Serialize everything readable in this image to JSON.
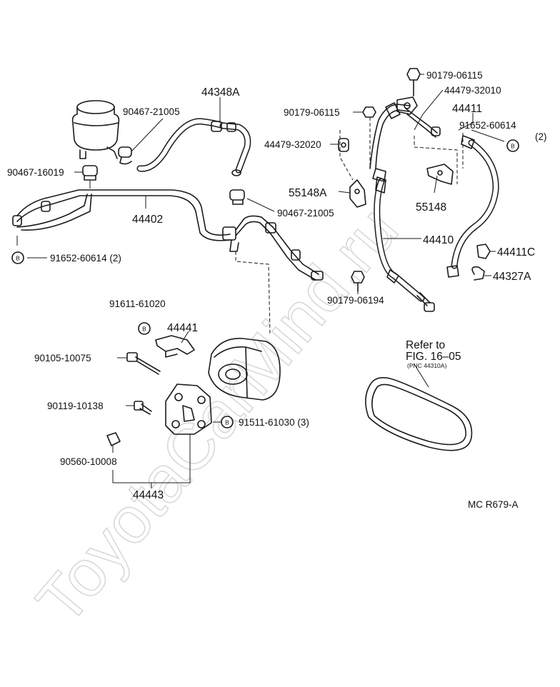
{
  "watermark": "ToyotaCarMind.ru",
  "figure_id": "MC R679-A",
  "reference": {
    "line1": "Refer to",
    "line2": "FIG. 16–05",
    "line3": "(PNC 44310A)"
  },
  "badge_letter": "B",
  "labels": {
    "p44348A": "44348A",
    "p90467_21005_top": "90467-21005",
    "p90467_16019": "90467-16019",
    "p44402": "44402",
    "p91652_60614_left": "91652-60614 (2)",
    "p90467_21005_mid": "90467-21005",
    "p90179_06115_top": "90179-06115",
    "p44479_32010": "44479-32010",
    "p90179_06115_left": "90179-06115",
    "p44411": "44411",
    "p91652_60614_right": "91652-60614",
    "p91652_60614_right_qty": "(2)",
    "p44479_32020": "44479-32020",
    "p55148A": "55148A",
    "p55148": "55148",
    "p44410": "44410",
    "p44411C": "44411C",
    "p44327A": "44327A",
    "p90179_06194": "90179-06194",
    "p91611_61020": "91611-61020",
    "p44441": "44441",
    "p90105_10075": "90105-10075",
    "p90119_10138": "90119-10138",
    "p91511_61030": "91511-61030 (3)",
    "p90560_10008": "90560-10008",
    "p44443": "44443"
  }
}
